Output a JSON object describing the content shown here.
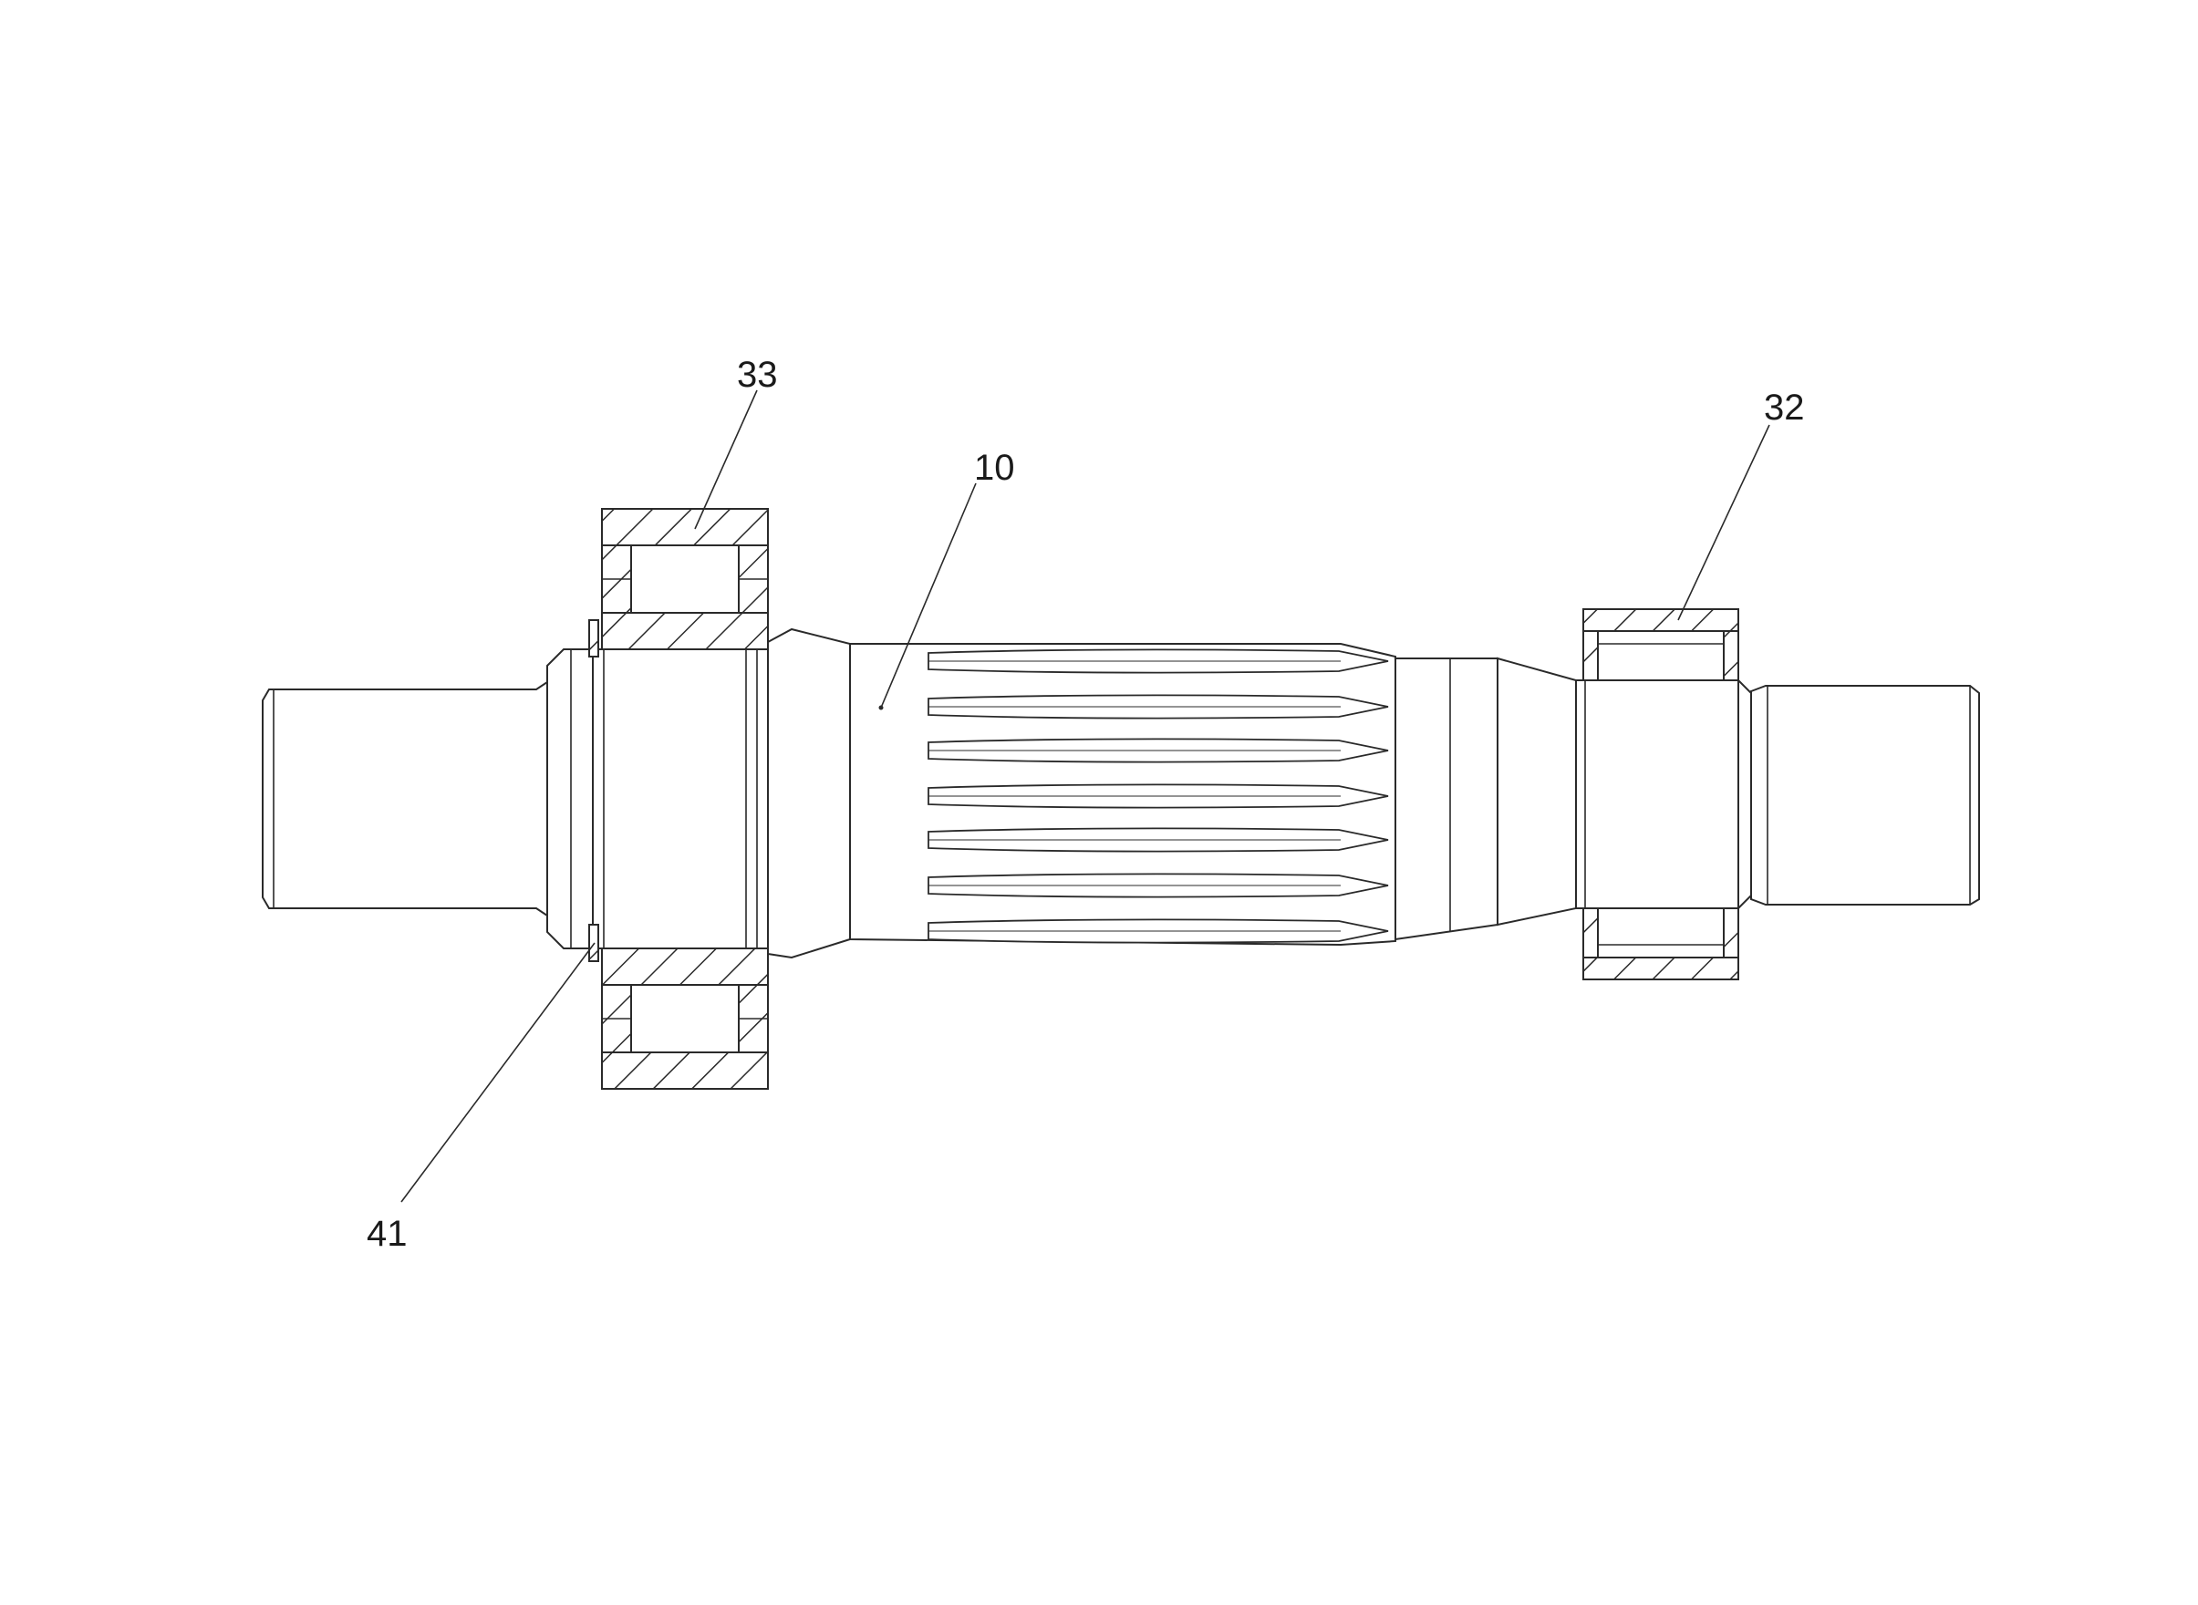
{
  "labels": {
    "shaft": "10",
    "bearing_right": "32",
    "bearing_left": "33",
    "retaining_ring": "41"
  }
}
